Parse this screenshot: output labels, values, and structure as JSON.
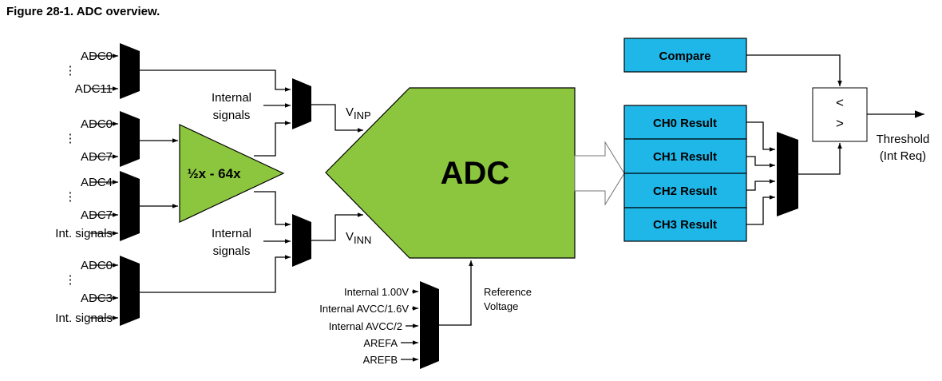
{
  "figure": {
    "title": "Figure 28-1. ADC overview."
  },
  "inputs": {
    "group1": {
      "top": "ADC0",
      "bottom": "ADC11"
    },
    "group2": {
      "top": "ADC0",
      "bottom": "ADC7"
    },
    "group3": {
      "top": "ADC4",
      "bottom": "ADC7",
      "extra": "Int. signals"
    },
    "group4": {
      "top": "ADC0",
      "bottom": "ADC3",
      "extra": "Int. signals"
    }
  },
  "gain": {
    "label": "½x - 64x"
  },
  "internal_signals_top": [
    "Internal",
    "signals"
  ],
  "internal_signals_bottom": [
    "Internal",
    "signals"
  ],
  "vinp": {
    "base": "V",
    "sub": "INP"
  },
  "vinn": {
    "base": "V",
    "sub": "INN"
  },
  "adc": {
    "label": "ADC"
  },
  "reference": {
    "inputs": [
      "Internal 1.00V",
      "Internal AVCC/1.6V",
      "Internal AVCC/2",
      "AREFA",
      "AREFB"
    ],
    "label": [
      "Reference",
      "Voltage"
    ]
  },
  "results": [
    "CH0 Result",
    "CH1 Result",
    "CH2 Result",
    "CH3 Result"
  ],
  "compare": {
    "label": "Compare"
  },
  "comparator": {
    "symbols": [
      "<",
      ">"
    ]
  },
  "threshold": [
    "Threshold",
    "(Int Req)"
  ],
  "colors": {
    "block_blue": "#1fb7e8",
    "block_green": "#8cc63f",
    "mux": "#000000"
  }
}
